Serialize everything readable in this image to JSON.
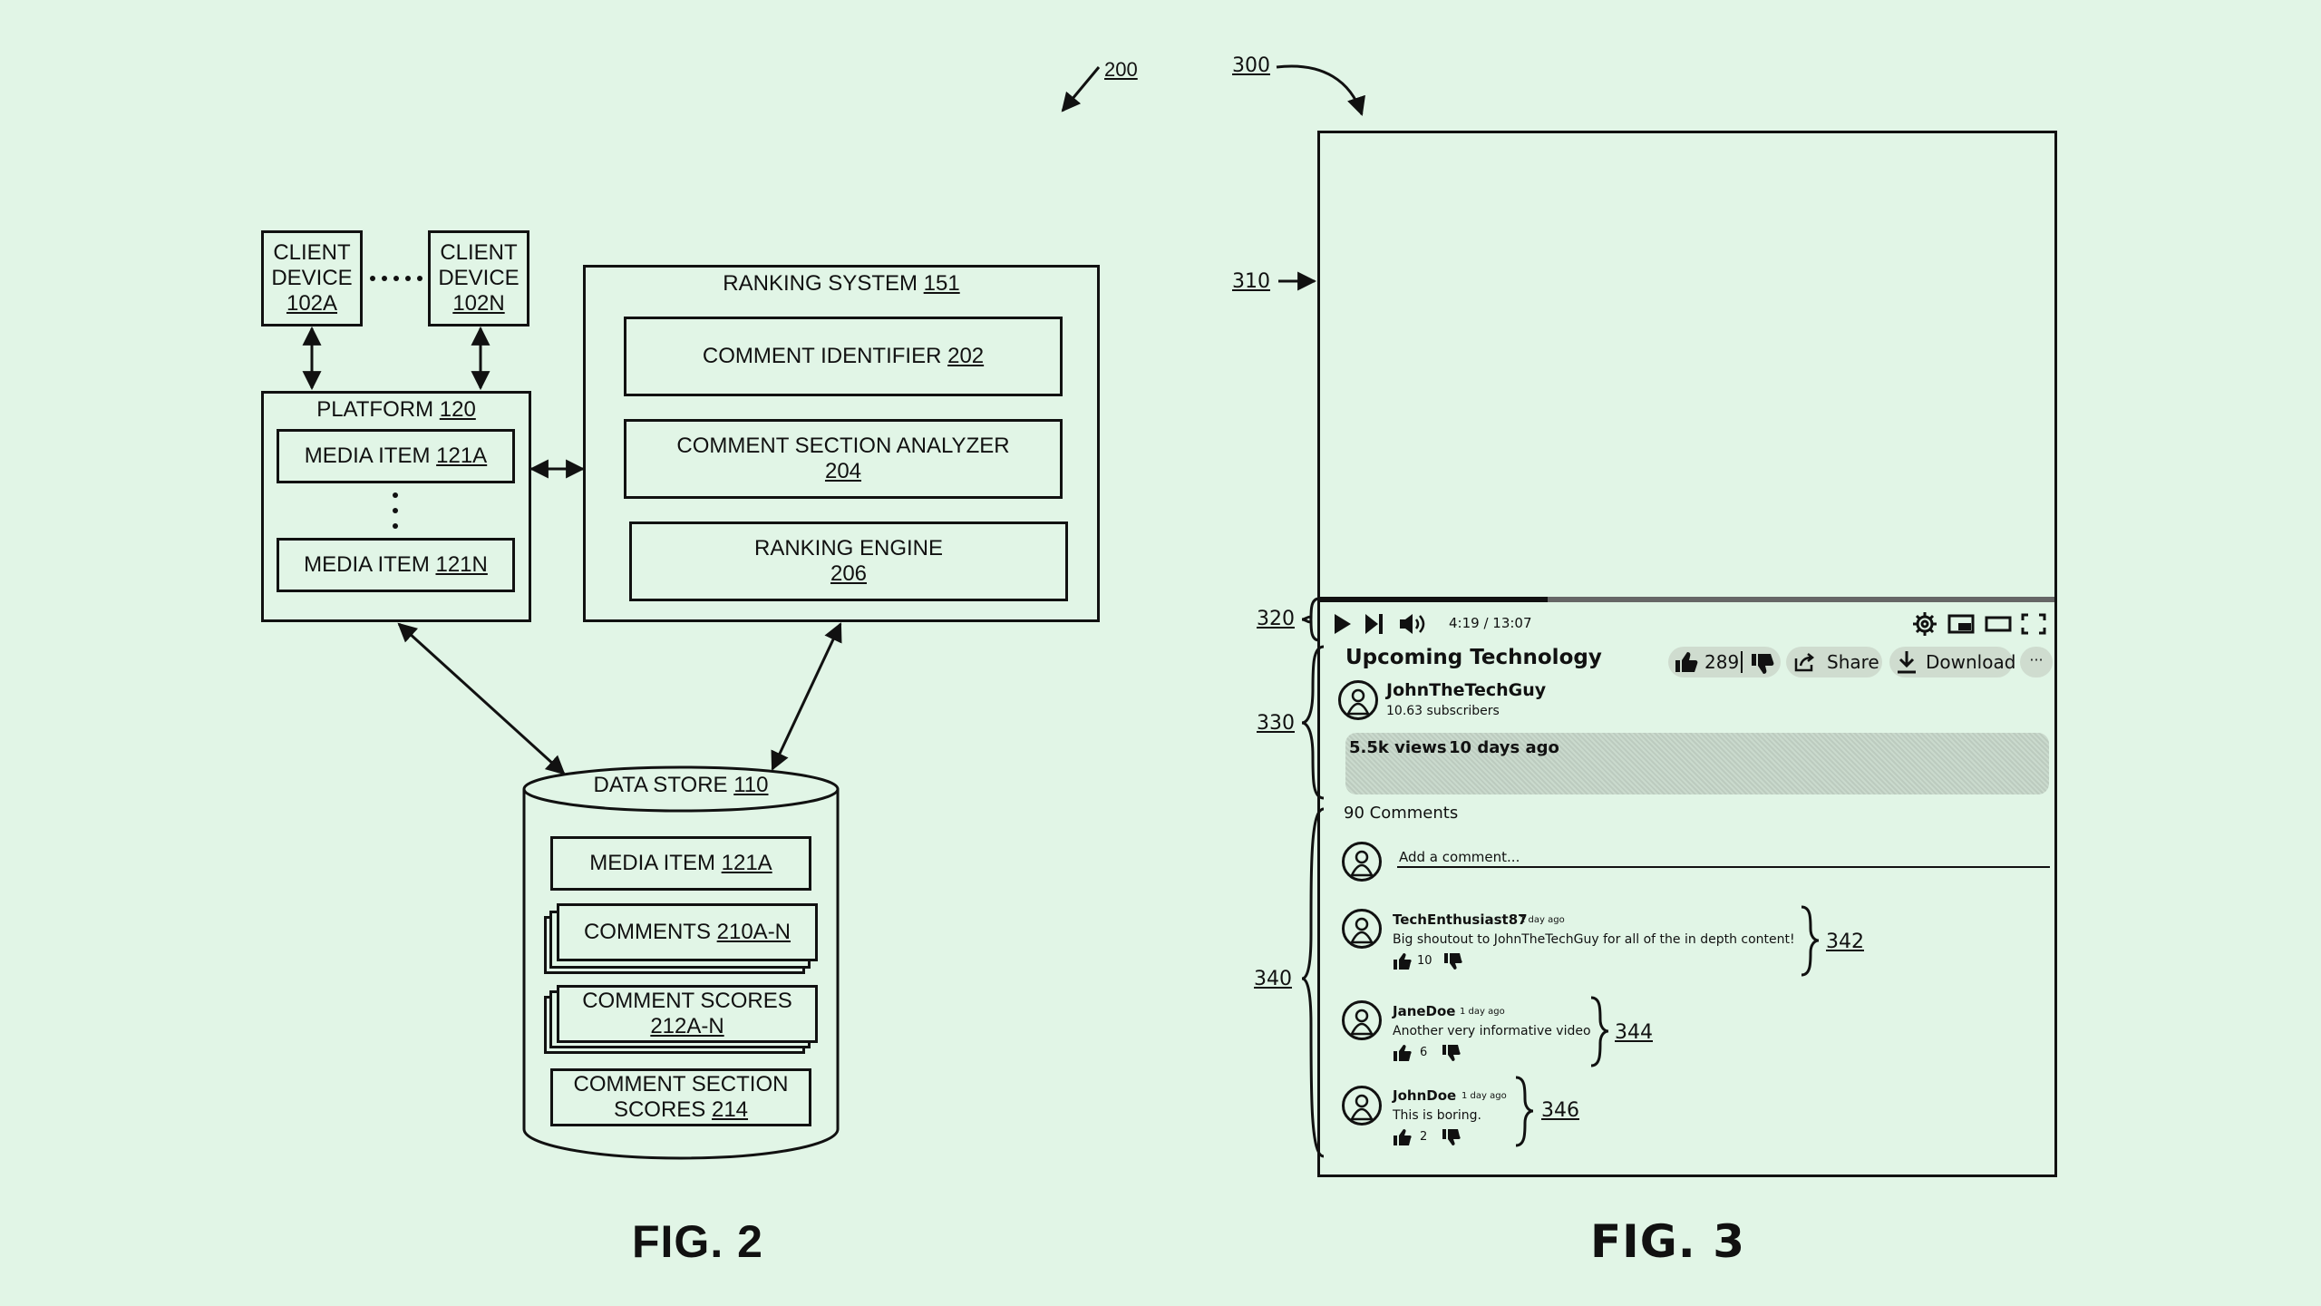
{
  "fig2": {
    "ref": "200",
    "caption": "FIG. 2",
    "client_a": {
      "l1": "CLIENT",
      "l2": "DEVICE",
      "ref": "102A"
    },
    "client_n": {
      "l1": "CLIENT",
      "l2": "DEVICE",
      "ref": "102N"
    },
    "platform": {
      "label": "PLATFORM",
      "ref": "120"
    },
    "platform_item_a": {
      "label": "MEDIA ITEM",
      "ref": "121A"
    },
    "platform_item_n": {
      "label": "MEDIA ITEM",
      "ref": "121N"
    },
    "ranking": {
      "label": "RANKING SYSTEM",
      "ref": "151"
    },
    "comment_identifier": {
      "label": "COMMENT IDENTIFIER",
      "ref": "202"
    },
    "section_analyzer": {
      "label": "COMMENT SECTION ANALYZER",
      "ref": "204"
    },
    "ranking_engine": {
      "label": "RANKING ENGINE",
      "ref": "206"
    },
    "datastore": {
      "label": "DATA STORE",
      "ref": "110"
    },
    "ds_media": {
      "label": "MEDIA ITEM",
      "ref": "121A"
    },
    "ds_comments": {
      "label": "COMMENTS",
      "ref": "210A-N"
    },
    "ds_scores": {
      "label": "COMMENT SCORES",
      "ref": "212A-N"
    },
    "ds_section": {
      "l1": "COMMENT SECTION",
      "l2": "SCORES",
      "ref": "214"
    }
  },
  "fig3": {
    "ref": "300",
    "caption": "FIG. 3",
    "ref_player": "310",
    "ref_controls": "320",
    "ref_info": "330",
    "ref_comments": "340",
    "player": {
      "time": "4:19 / 13:07",
      "progress": 0.31
    },
    "video": {
      "title": "Upcoming Technology",
      "likes": "289",
      "share": "Share",
      "download": "Download",
      "more": "···",
      "channel": "JohnTheTechGuy",
      "subscribers": "10.63 subscribers",
      "views": "5.5k views",
      "age": "10 days ago"
    },
    "comments_count": "90 Comments",
    "add_comment": "Add a comment...",
    "comments": [
      {
        "user": "TechEnthusiast87",
        "time": "1 day ago",
        "text": "Big shoutout to JohnTheTechGuy for all of the in depth content!",
        "likes": "10",
        "ref": "342"
      },
      {
        "user": "JaneDoe",
        "time": "1 day ago",
        "text": "Another very informative video",
        "likes": "6",
        "ref": "344"
      },
      {
        "user": "JohnDoe",
        "time": "1 day ago",
        "text": "This is boring.",
        "likes": "2",
        "ref": "346"
      }
    ]
  }
}
